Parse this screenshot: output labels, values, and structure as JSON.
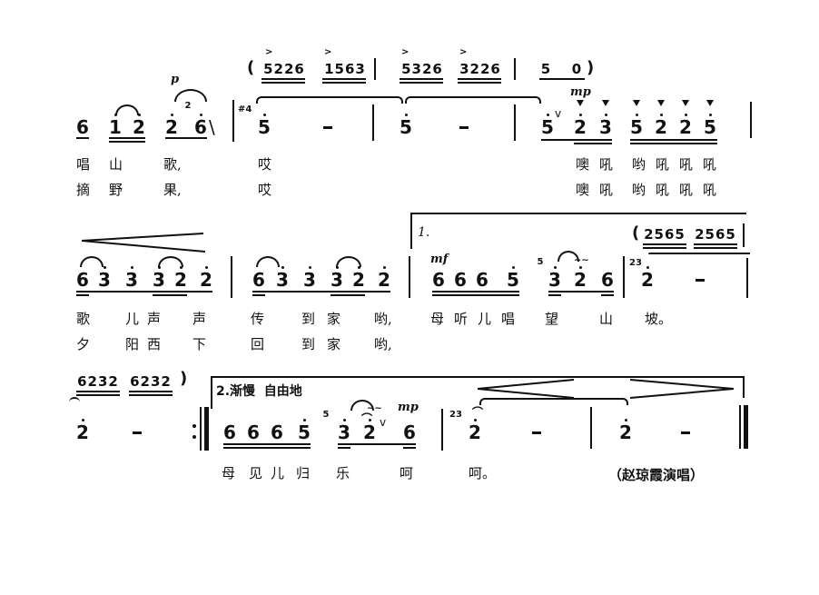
{
  "score": {
    "row1": {
      "dynamic_p": "p",
      "notes_a": [
        "6",
        "1",
        "2",
        "2",
        "6"
      ],
      "grace_a": "2",
      "key_mark": "#4",
      "notes_b": [
        "5",
        "-",
        "5",
        "-",
        "5",
        "2",
        "3",
        "5",
        "2",
        "2",
        "5"
      ],
      "breath": "v",
      "dynamic_mp": "mp",
      "interlude_open": "(",
      "interlude": [
        "5226",
        "1563",
        "5326",
        "3226",
        "5",
        "0"
      ],
      "interlude_close": ")",
      "lyrics_verse1": [
        "唱",
        "山",
        "歌,",
        "哎",
        "噢",
        "吼",
        "哟",
        "吼",
        "吼",
        "吼"
      ],
      "lyrics_verse2": [
        "摘",
        "野",
        "果,",
        "哎",
        "噢",
        "吼",
        "哟",
        "吼",
        "吼",
        "吼"
      ]
    },
    "row2": {
      "measure1": [
        "6",
        "3",
        "3",
        "3",
        "2",
        "2"
      ],
      "measure2": [
        "6",
        "3",
        "3",
        "3",
        "2",
        "2"
      ],
      "ending1_label": "1.",
      "dynamic_mf": "mf",
      "measure3": [
        "6",
        "6",
        "6",
        "5",
        "3",
        "2",
        "6"
      ],
      "grace_b": "5",
      "grace_c": "23",
      "measure4": [
        "2",
        "-"
      ],
      "interlude_open": "(",
      "interlude": [
        "2565",
        "2565"
      ],
      "lyrics_verse1": [
        "歌",
        "儿",
        "声",
        "声",
        "传",
        "到",
        "家",
        "哟,",
        "母",
        "听",
        "儿",
        "唱",
        "望",
        "山",
        "坡。"
      ],
      "lyrics_verse2": [
        "夕",
        "阳",
        "西",
        "下",
        "回",
        "到",
        "家",
        "哟,"
      ]
    },
    "row3": {
      "interlude": [
        "6232",
        "6232"
      ],
      "interlude_close": ")",
      "measure1": [
        "2",
        "-"
      ],
      "ending2_label": "2.渐慢  自由地",
      "measure2": [
        "6",
        "6",
        "6",
        "5",
        "3",
        "2",
        "6"
      ],
      "grace_b": "5",
      "breath": "v",
      "dynamic_mp": "mp",
      "grace_c": "23",
      "measure3": [
        "2",
        "-"
      ],
      "measure4": [
        "2",
        "-"
      ],
      "lyrics": [
        "母",
        "见",
        "儿",
        "归",
        "乐",
        "呵",
        "呵。"
      ],
      "credit": "（赵琼霞演唱）"
    }
  }
}
